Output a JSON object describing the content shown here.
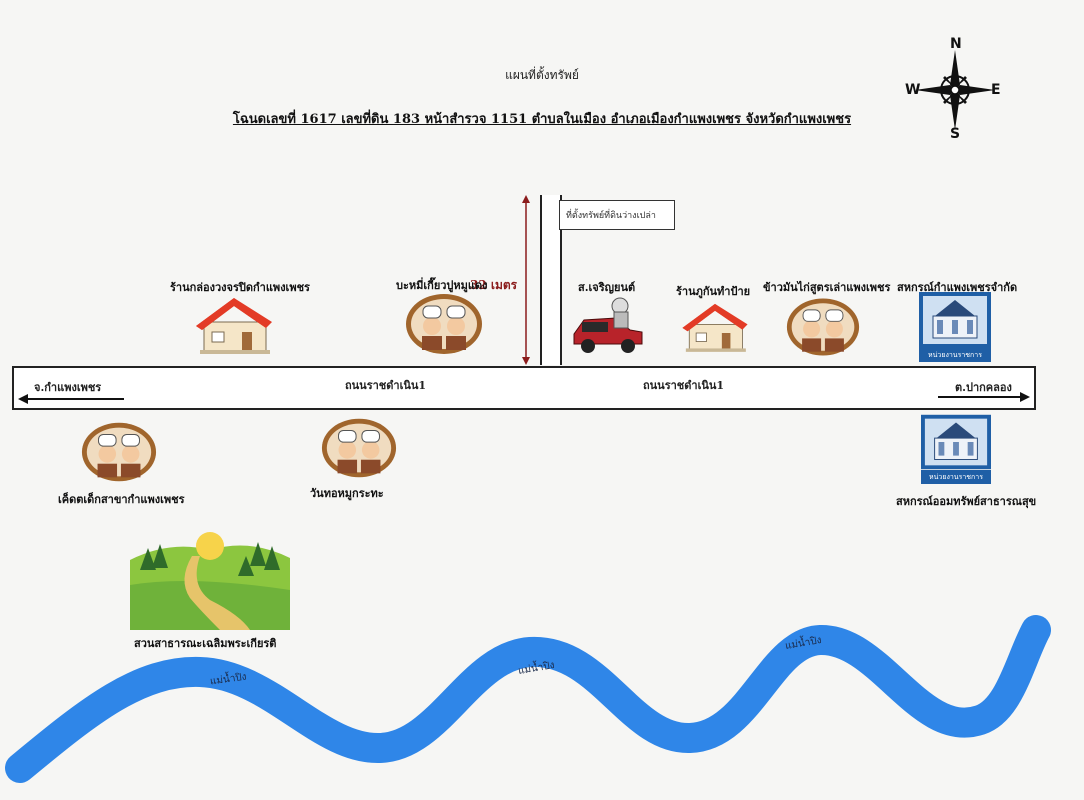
{
  "header": {
    "title": "แผนที่ตั้งทรัพย์",
    "deed_line": "โฉนดเลขที่ 1617 เลขที่ดิน 183 หน้าสำรวจ 1151 ตำบลในเมือง อำเภอเมืองกำแพงเพชร จังหวัดกำแพงเพชร"
  },
  "compass": {
    "n": "N",
    "s": "S",
    "e": "E",
    "w": "W"
  },
  "road": {
    "name_left": "ถนนราชดำเนิน1",
    "name_right": "ถนนราชดำเนิน1",
    "dir_left": "จ.กำแพงเพชร",
    "dir_right": "ต.ปากคลอง"
  },
  "lane": {
    "distance": "32 เมตร",
    "sign": "ที่ตั้งทรัพย์ที่ดินว่างเปล่า"
  },
  "landmarks_north": [
    {
      "id": "camera-shop",
      "label": "ร้านกล่องวงจรปิดกำแพงเพชร",
      "icon": "house-icon"
    },
    {
      "id": "noodle-shop",
      "label": "บะหมี่เกี๊ยวปูหมูแดง",
      "icon": "chef-icon"
    },
    {
      "id": "garage",
      "label": "ส.เจริญยนต์",
      "icon": "mechanic-icon"
    },
    {
      "id": "sign-shop",
      "label": "ร้านภูกันทำป้าย",
      "icon": "house-icon"
    },
    {
      "id": "chicken-rice",
      "label": "ข้าวมันไก่สูตรเล่าแพงเพชร",
      "icon": "chef-icon"
    },
    {
      "id": "coop",
      "label": "สหกรณ์กำแพงเพชรจำกัด",
      "icon": "gov-building-icon",
      "badge": "หน่วยงานราชการ"
    }
  ],
  "landmarks_south": [
    {
      "id": "kfc",
      "label": "เค็ดตเด็กสาขากำแพงเพชร",
      "icon": "chef-icon"
    },
    {
      "id": "wantha",
      "label": "วันทอหมูกระทะ",
      "icon": "chef-icon"
    },
    {
      "id": "savings-coop",
      "label": "สหกรณ์ออมทรัพย์สาธารณสุข",
      "icon": "gov-building-icon",
      "badge": "หน่วยงานราชการ"
    }
  ],
  "park": {
    "label": "สวนสาธารณะเฉลิมพระเกียรติ",
    "icon": "park-icon"
  },
  "river": {
    "labels": [
      "แม่น้ำปิง",
      "แม่น้ำปิง",
      "แม่น้ำปิง"
    ],
    "color": "#2f86e8"
  },
  "colors": {
    "roof": "#e33b26",
    "river": "#2f86e8",
    "lane": "#8b1c1c",
    "gov_blue": "#1f5fa6"
  }
}
